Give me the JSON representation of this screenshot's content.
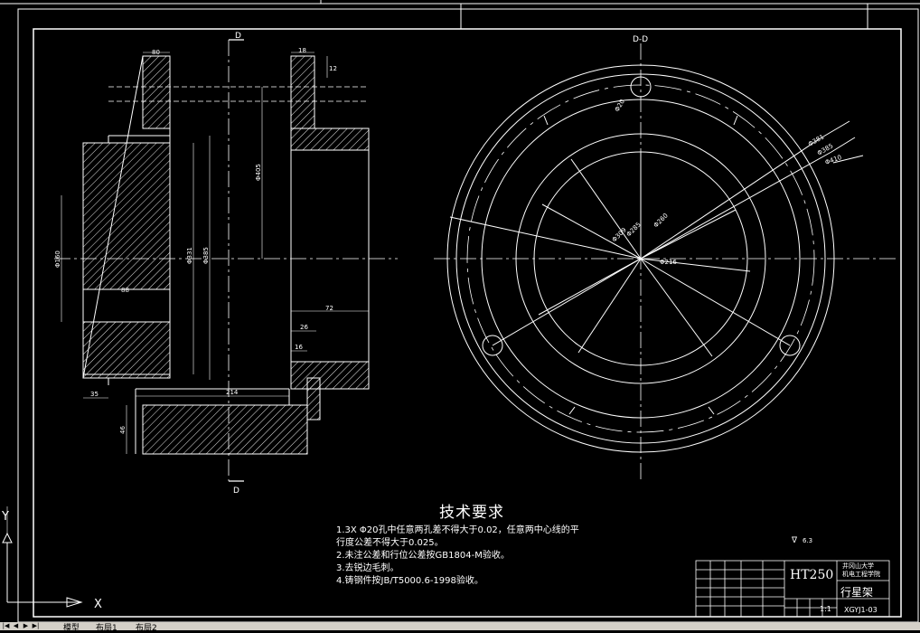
{
  "drawing": {
    "section_marker": "D",
    "section_title": "D-D",
    "dims_left": {
      "top_width": "80",
      "top_right": "18",
      "top_small": "12",
      "dia_inner": "Φ160",
      "dia_mid1": "Φ331",
      "dia_mid2": "Φ385",
      "dia_right": "Φ405",
      "bore_len": "88",
      "right_len": "72",
      "bottom_left": "35",
      "bottom_total": "214",
      "bottom_height": "46",
      "small_26": "26",
      "small_16": "16"
    },
    "dims_right": {
      "d1": "Φ20",
      "d2": "Φ381",
      "d3": "Φ385",
      "d4": "Φ410",
      "d5": "Φ216",
      "d6": "Φ260",
      "d7": "Φ309",
      "d8": "Φ285"
    },
    "roughness": "∇",
    "roughness_value": "6.3"
  },
  "tech_requirements": {
    "title": "技术要求",
    "items": [
      "1.3X Φ20孔中任意两孔差不得大于0.02，任意两中心线的平",
      "行度公差不得大于0.025。",
      "2.未注公差和行位公差按GB1804-M验收。",
      "3.去锐边毛刺。",
      "4.铸钢件按JB/T5000.6-1998验收。"
    ]
  },
  "title_block": {
    "material": "HT250",
    "part_name": "行星架",
    "school_line1": "井冈山大学",
    "school_line2": "机电工程学院",
    "drawing_no": "XGYJ1-03",
    "scale": "1:1"
  },
  "ucs": {
    "x_label": "X",
    "y_label": "Y"
  },
  "tabs": {
    "model": "模型",
    "layout1": "布局1",
    "layout2": "布局2"
  },
  "colors": {
    "background": "#000000",
    "lines": "#ffffff",
    "tabbar": "#d4d0c8"
  }
}
